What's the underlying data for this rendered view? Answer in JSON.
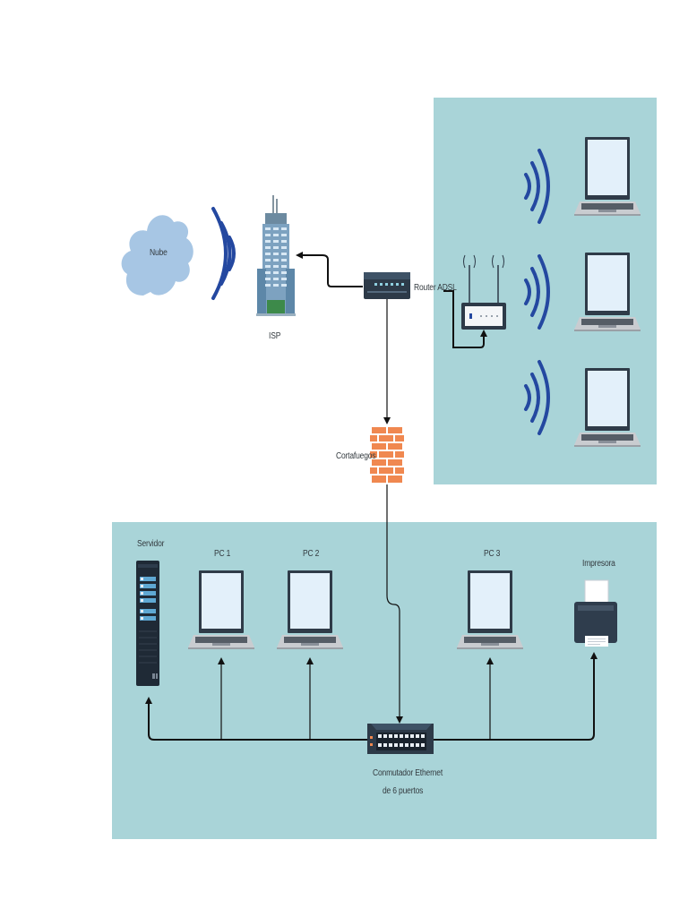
{
  "labels": {
    "cloud": "Nube",
    "isp": "ISP",
    "router": "Router ADSL",
    "firewall": "Cortafuegos",
    "server": "Servidor",
    "pc1": "PC 1",
    "pc2": "PC 2",
    "pc3": "PC 3",
    "printer": "Impresora",
    "switch_line1": "Conmutador Ethernet",
    "switch_line2": "de 6 puertos"
  },
  "colors": {
    "zone_fill": "#a9d4d8",
    "wifi_blue": "#2448a0",
    "cloud_fill": "#a7c6e4",
    "firewall_orange": "#f08850",
    "device_dark": "#2d3a48",
    "link_line": "#111111"
  }
}
